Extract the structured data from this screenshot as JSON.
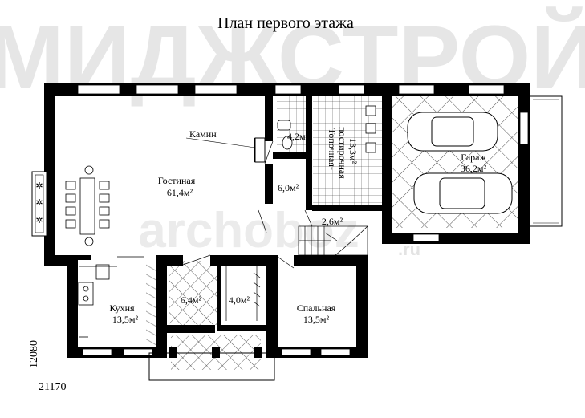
{
  "watermark": {
    "top_text": "МИДЖСТРОЙ",
    "center_text": "archoboz",
    "domain_text": ".ru"
  },
  "title": "План первого этажа",
  "labels": {
    "fireplace": "Камин",
    "living": {
      "name": "Гостиная",
      "area": "61,4м²"
    },
    "wc": {
      "area": "4,2м²"
    },
    "hall": {
      "area": "6,0м²"
    },
    "boiler": {
      "name1": "Топочная-",
      "name2": "постирочная",
      "area": "13,3м²"
    },
    "garage": {
      "name": "Гараж",
      "area": "36,2м²"
    },
    "corridor": {
      "area": "2,6м²"
    },
    "kitchen": {
      "name": "Кухня",
      "area": "13,5м²"
    },
    "vestibule": {
      "area": "6,4м²"
    },
    "wardrobe": {
      "area": "4,0м²"
    },
    "bedroom": {
      "name": "Спальная",
      "area": "13,5м²"
    }
  },
  "dimensions": {
    "depth": "12080",
    "width": "21170"
  },
  "colors": {
    "wall": "#000000",
    "line": "#111111",
    "watermark": "#d6d6d6"
  }
}
